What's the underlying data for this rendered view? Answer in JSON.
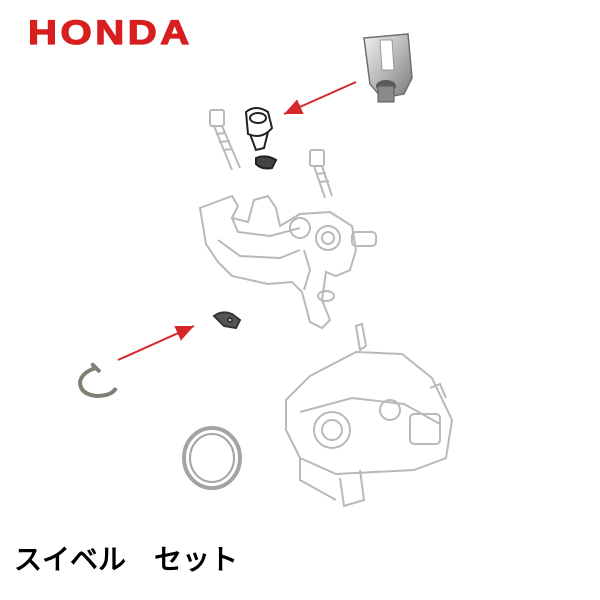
{
  "brand": {
    "logo_text": "HONDA",
    "logo_color": "#d71f1f"
  },
  "caption": "スイベル　セット",
  "diagram": {
    "line_color": "#b9b9b9",
    "arrow_color": "#d62828",
    "parts": [
      "swivel-photo",
      "swivel-outline",
      "spring-clip",
      "small-pin",
      "carburetor-body",
      "engine-block",
      "o-ring",
      "bolt",
      "washer"
    ]
  }
}
